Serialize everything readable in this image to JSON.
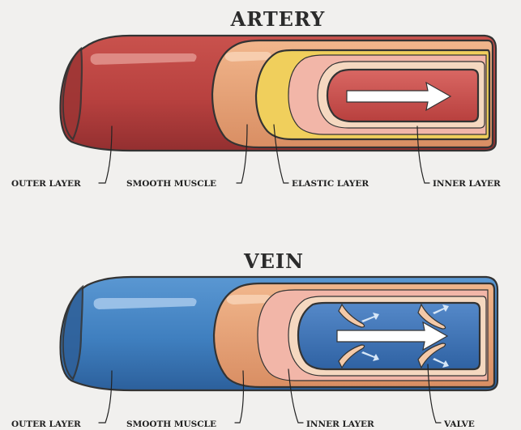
{
  "artery": {
    "title": "ARTERY",
    "labels": {
      "outer_layer": "OUTER LAYER",
      "smooth_muscle": "SMOOTH MUSCLE",
      "elastic_layer": "ELASTIC LAYER",
      "inner_layer": "INNER LAYER"
    }
  },
  "vein": {
    "title": "VEIN",
    "labels": {
      "outer_layer": "OUTER LAYER",
      "smooth_muscle": "SMOOTH MUSCLE",
      "inner_layer": "INNER LAYER",
      "valve": "VALVE"
    }
  },
  "colors": {
    "artery_outer": "#b8413f",
    "vein_outer": "#3f7fbf",
    "smooth_muscle": "#e9a67a",
    "elastic": "#f0cf5c",
    "artery_lumen": "#c9524f",
    "vein_lumen": "#3e73b5",
    "valve": "#f3c9a8"
  }
}
